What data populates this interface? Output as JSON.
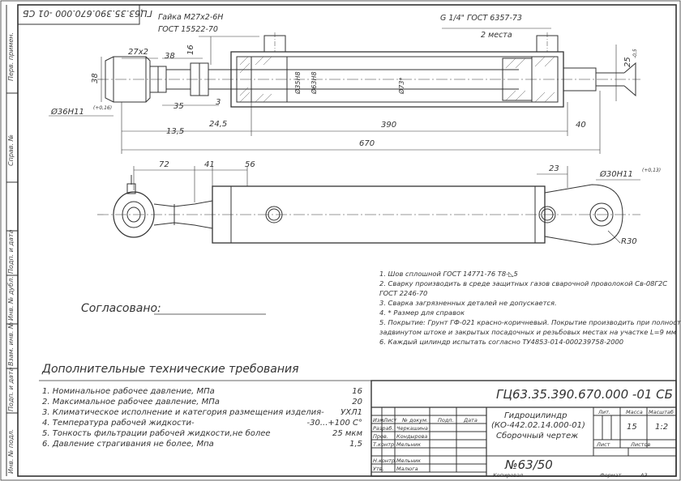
{
  "stamp_top": "ГЦ63.35.390.670.000 -01 СБ",
  "nut_label": [
    "Гайка М27х2-6Н",
    "ГОСТ 15522-70"
  ],
  "pipe_thread": [
    "G 1/4\" ГОСТ 6357-73",
    "2 места"
  ],
  "side_labels": [
    "Перв. примен.",
    "Справ. №",
    "Подп. и дата",
    "Инв. № дубл.",
    "Взам. инв. №",
    "Подп. и дата",
    "Инв. № подл."
  ],
  "dims_top": {
    "hex": "27х2",
    "d38a": "38",
    "d16": "16",
    "d38b": "38",
    "d35": "35",
    "d3": "3",
    "d13_5": "13,5",
    "d24_5": "24,5",
    "phi36": "Ø36Н11",
    "phi36_tol": "(+0,16)",
    "phi35": "Ø35Н8",
    "phi63": "Ø63Н8",
    "phi73": "Ø73*",
    "d390": "390",
    "d40": "40",
    "d670": "670",
    "d25": "25",
    "d25_tol": "-0,5"
  },
  "dims_bottom": {
    "d72": "72",
    "d41": "41",
    "d56": "56",
    "d23": "23",
    "phi30": "Ø30Н11",
    "phi30_tol": "(+0,13)",
    "r30": "R30"
  },
  "notes": [
    "1. Шов сплошной ГОСТ 14771-76 Т8-◺5",
    "2. Сварку производить в среде защитных газов сварочной проволокой Св-08Г2С",
    "ГОСТ 2246-70",
    "3. Сварка загрязненных деталей не допускается.",
    "4. * Размер для справок",
    "5. Покрытие: Грунт ГФ-021 красно-коричневый. Покрытие производить при полностью",
    "задвинутом штоке и закрытых посадочных и резьбовых местах на участке L=9 мм",
    "6. Каждый цилиндр испытать согласно ТУ4853-014-000239758-2000"
  ],
  "agreed": "Согласовано:",
  "req_title": "Дополнительные технические требования",
  "requirements": [
    {
      "text": "1. Номинальное рабочее давление, МПа",
      "value": "16"
    },
    {
      "text": "2. Максимальное рабочее давление, МПа",
      "value": "20"
    },
    {
      "text": "3. Климатическое исполнение и категория размещения изделия-",
      "value": "УХЛ1"
    },
    {
      "text": "4.  Температура рабочей жидкости-",
      "value": "-30...+100 С°"
    },
    {
      "text": "5. Тонкость фильтрации рабочей жидкости,не более",
      "value": "25 мкм"
    },
    {
      "text": "6. Давление страгивания не более, Мпа",
      "value": "1,5"
    }
  ],
  "title_block": {
    "designation": "ГЦ63.35.390.670.000 -01 СБ",
    "name": [
      "Гидроцилиндр",
      "(КО-442.02.14.000-01)",
      "Сборочный чертеж"
    ],
    "col_lit": "Лит.",
    "col_mass": "Масса",
    "col_scale": "Масштаб",
    "mass": "15",
    "scale": "1:2",
    "sheet": "Лист",
    "sheets": "Листов",
    "number": "№63/50",
    "rows": [
      {
        "role": "Изм.",
        "c2": "Лист",
        "c3": "№ докум.",
        "c4": "Подп.",
        "c5": "Дата"
      },
      {
        "role": "Разраб.",
        "c3": "Черкашина"
      },
      {
        "role": "Пров.",
        "c3": "Кондырова"
      },
      {
        "role": "Т.контр.",
        "c3": "Мельник"
      },
      {
        "role": "",
        "c3": ""
      },
      {
        "role": "Н.контр.",
        "c3": "Мельник"
      },
      {
        "role": "Утв.",
        "c3": "Малюга"
      }
    ],
    "copied": "Копировал",
    "format": "Формат",
    "format_val": "А3"
  }
}
